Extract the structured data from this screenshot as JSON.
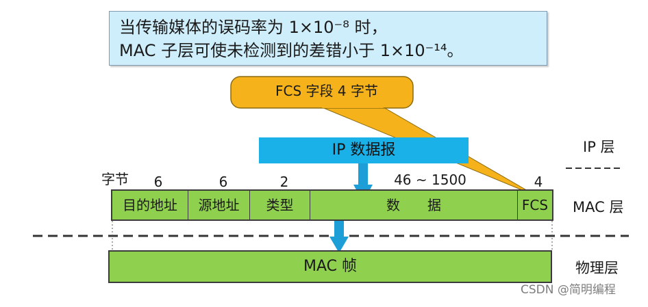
{
  "info_box": {
    "line1": "当传输媒体的误码率为 1×10⁻⁸ 时，",
    "line2": "MAC 子层可使未检测到的差错小于 1×10⁻¹⁴。"
  },
  "callout": {
    "text": "FCS 字段 4 字节"
  },
  "ip_datagram": {
    "label": "IP 数据报"
  },
  "layers": {
    "ip": "IP 层",
    "mac": "MAC 层",
    "physical": "物理层"
  },
  "byte_label": "字节",
  "fields": [
    {
      "name": "目的地址",
      "bytes": "6"
    },
    {
      "name": "源地址",
      "bytes": "6"
    },
    {
      "name": "类型",
      "bytes": "2"
    },
    {
      "name": "数　　据",
      "bytes": "46 ~ 1500"
    },
    {
      "name": "FCS",
      "bytes": "4"
    }
  ],
  "mac_frame": {
    "label": "MAC 帧"
  },
  "watermark": "CSDN @简明编程",
  "colors": {
    "info_bg": "#cfeefb",
    "callout_bg": "#f5b21a",
    "ip_bar": "#1ab0e8",
    "frame_green": "#8fd14f",
    "arrow_blue": "#1d9ed6"
  }
}
